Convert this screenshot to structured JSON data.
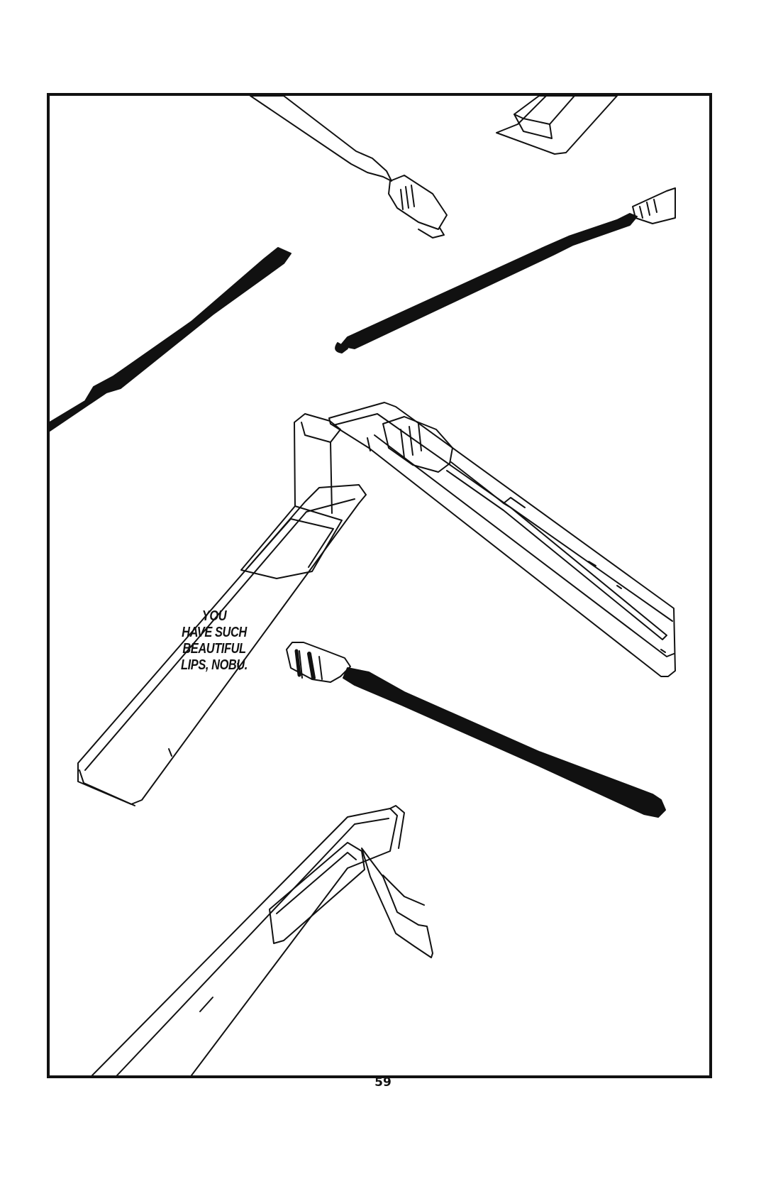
{
  "caption": {
    "lines": [
      "YOU",
      "HAVE SUCH",
      "BEAUTIFUL",
      "LIPS, NOBU."
    ]
  },
  "page_number": "59",
  "colors": {
    "ink": "#111111",
    "paper": "#ffffff"
  }
}
